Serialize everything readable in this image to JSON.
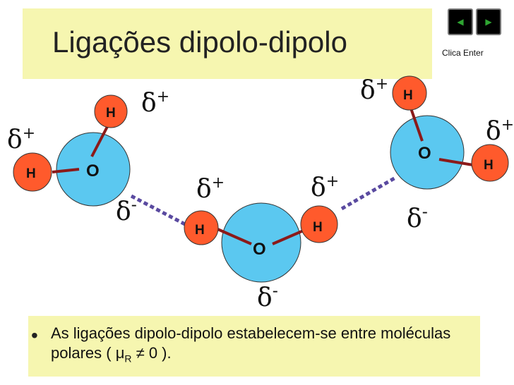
{
  "slide": {
    "title": "Ligações dipolo-dipolo",
    "nav": {
      "prev_icon": "triangle-left-icon",
      "next_icon": "triangle-right-icon",
      "prev_glyph": "◀",
      "next_glyph": "▶",
      "hint": "Clica Enter"
    }
  },
  "diagram": {
    "atom_labels": {
      "oxygen": "O",
      "hydrogen": "H"
    },
    "delta": "δ",
    "charges": {
      "positive": "+",
      "negative": "-"
    },
    "colors": {
      "oxygen": "#5bc8f0",
      "hydrogen": "#ff5a2c",
      "bond": "#8b1a1a",
      "dipole_link": "#5a4aa0",
      "band": "#f6f6b0"
    }
  },
  "caption": {
    "text_before": "As ligações dipolo-dipolo estabelecem-se entre moléculas polares ( ",
    "mu": "μ",
    "mu_sub": "R",
    "text_after": " ≠ 0 )."
  }
}
